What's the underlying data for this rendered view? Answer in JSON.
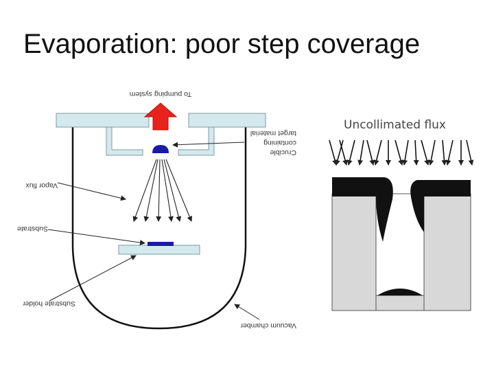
{
  "slide": {
    "title": "Evaporation: poor step coverage"
  },
  "chamber_diagram": {
    "labels": {
      "pumping": "To pumping system",
      "crucible_line1": "Crucible",
      "crucible_line2": "containing",
      "crucible_line3": "target material",
      "vapor_flux": "Vapor flux",
      "substrate": "Substrate",
      "substrate_holder": "Substrate holder",
      "vacuum_chamber": "Vacuum chamber"
    },
    "colors": {
      "plate_fill": "#d4e9ee",
      "plate_stroke": "#7a9aa3",
      "arrow_red": "#e8231d",
      "target_blue": "#1a1aa8"
    }
  },
  "step_diagram": {
    "title": "Uncollimated flux",
    "colors": {
      "substrate_fill": "#d8d8d8",
      "deposit_fill": "#111111"
    }
  }
}
